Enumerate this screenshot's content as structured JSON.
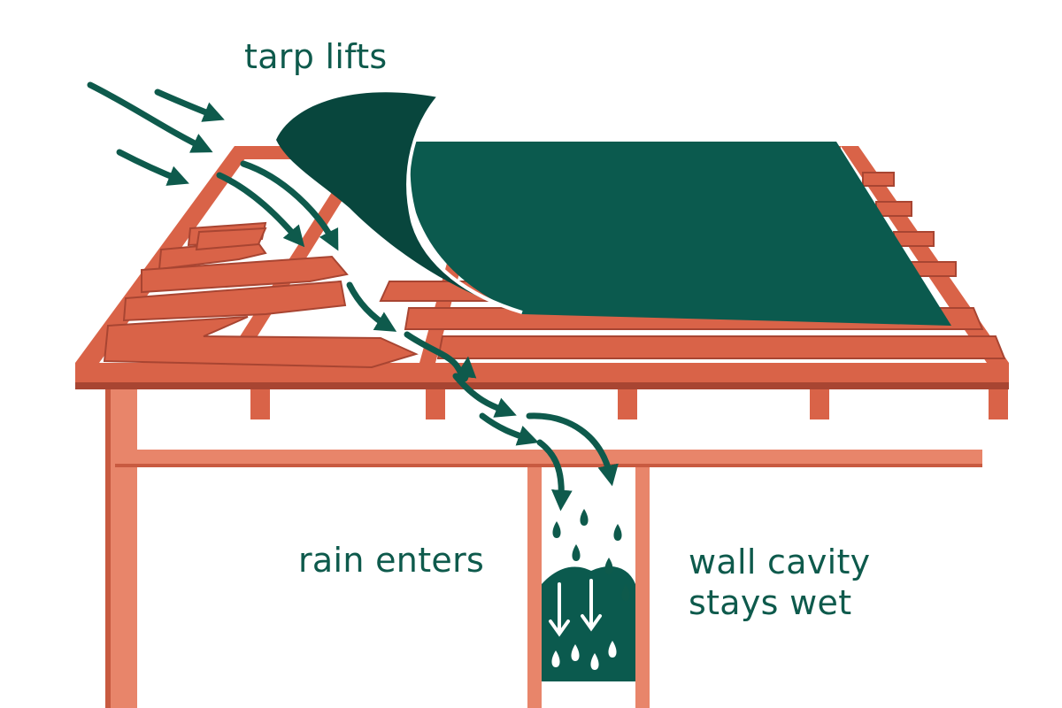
{
  "labels": {
    "tarp_lifts": "tarp lifts",
    "rain_enters": "rain enters",
    "wall_cavity": [
      "wall cavity",
      "stays wet"
    ]
  },
  "colors": {
    "lumber": "#d96348",
    "lumber_light": "#e88a6c",
    "lumber_dark": "#a84532",
    "tarp": "#0b5a4e",
    "tarp_dark": "#08463d",
    "arrow": "#0e5a4c",
    "text": "#0e5a4c",
    "background": "#ffffff"
  },
  "icons": [
    "wind-arrow-icon",
    "water-drop-icon",
    "water-flow-arrow-icon"
  ]
}
